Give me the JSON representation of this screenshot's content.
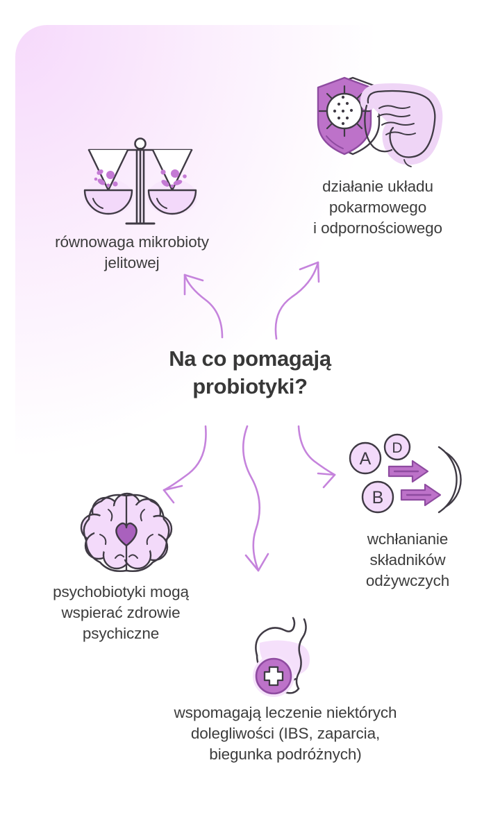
{
  "infographic": {
    "title": "Na co pomagają probiotyki?",
    "benefits": [
      {
        "id": "balance",
        "label": "równowaga mikrobioty\njelitowej",
        "label_line1": "równowaga mikrobioty",
        "label_line2": "jelitowej",
        "icon": "balance-scale-icon"
      },
      {
        "id": "immune",
        "label": "działanie układu\npokarmowego\ni odpornościowego",
        "label_line1": "działanie układu",
        "label_line2": "pokarmowego",
        "label_line3": "i odpornościowego",
        "icon": "shield-intestine-icon"
      },
      {
        "id": "absorption",
        "label": "wchłanianie\nskładników\nodżywczych",
        "label_line1": "wchłanianie",
        "label_line2": "składników",
        "label_line3": "odżywczych",
        "icon": "nutrient-absorption-icon",
        "vitamins": [
          "A",
          "D",
          "B"
        ]
      },
      {
        "id": "relief",
        "label": "wspomagają leczenie niektórych\ndolegliwości (IBS, zaparcia,\nbiegunka podróżnych)",
        "label_line1": "wspomagają leczenie niektórych",
        "label_line2": "dolegliwości (IBS, zaparcia,",
        "label_line3": "biegunka podróżnych)",
        "icon": "stomach-plus-icon"
      },
      {
        "id": "psychobiotics",
        "label": "psychobiotyki mogą\nwspierać zdrowie\npsychiczne",
        "label_line1": "psychobiotyki mogą",
        "label_line2": "wspierać zdrowie",
        "label_line3": "psychiczne",
        "icon": "brain-heart-icon"
      }
    ],
    "arrows": [
      {
        "id": "arrow-to-balance",
        "direction": "up-left"
      },
      {
        "id": "arrow-to-immune",
        "direction": "up-right"
      },
      {
        "id": "arrow-to-psycho",
        "direction": "down-left"
      },
      {
        "id": "arrow-to-stomach",
        "direction": "down"
      },
      {
        "id": "arrow-to-absorption",
        "direction": "down-right"
      }
    ],
    "colors": {
      "accent_purple": "#b96fcb",
      "deep_purple": "#9b4fae",
      "light_lavender": "#f0d7f7",
      "pale_lavender": "#f7e6fb",
      "outline": "#3f3a44",
      "text": "#3c3c3c",
      "title": "#383838",
      "arrow": "#c583dc",
      "card_gradient_start": "#f6d9fb",
      "card_gradient_end": "#ffffff"
    }
  }
}
